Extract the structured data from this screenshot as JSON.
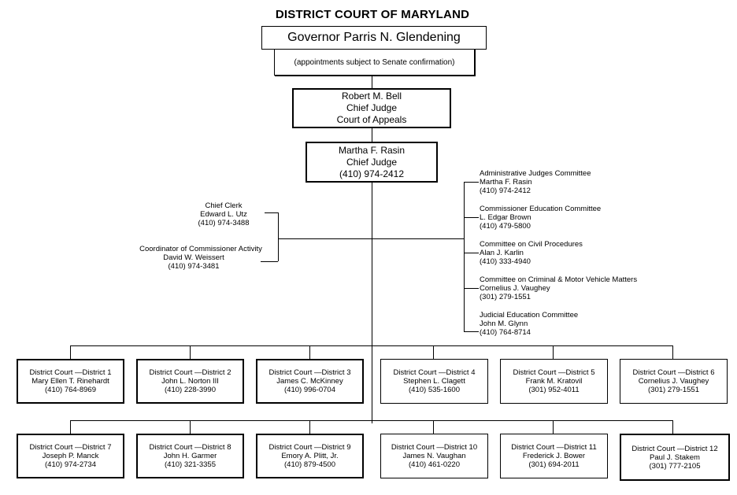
{
  "title": "DISTRICT COURT OF MARYLAND",
  "governor": {
    "name": "Governor Parris N. Glendening",
    "note": "(appointments subject to Senate confirmation)"
  },
  "appeals_chief": {
    "name": "Robert M. Bell",
    "role": "Chief Judge",
    "court": "Court of Appeals"
  },
  "district_chief": {
    "name": "Martha F. Rasin",
    "role": "Chief Judge",
    "phone": "(410) 974-2412"
  },
  "staff": [
    {
      "role": "Chief Clerk",
      "name": "Edward L. Utz",
      "phone": "(410) 974-3488"
    },
    {
      "role": "Coordinator of Commissioner Activity",
      "name": "David W. Weissert",
      "phone": "(410) 974-3481"
    }
  ],
  "committees": [
    {
      "name": "Administrative Judges Committee",
      "chair": "Martha F. Rasin",
      "phone": "(410) 974-2412"
    },
    {
      "name": "Commissioner Education Committee",
      "chair": "L. Edgar Brown",
      "phone": "(410) 479-5800"
    },
    {
      "name": "Committee on Civil Procedures",
      "chair": "Alan J. Karlin",
      "phone": "(410) 333-4940"
    },
    {
      "name": "Committee on Criminal & Motor Vehicle Matters",
      "chair": "Cornelius J. Vaughey",
      "phone": "(301) 279-1551"
    },
    {
      "name": "Judicial Education Committee",
      "chair": "John M. Glynn",
      "phone": "(410) 764-8714"
    }
  ],
  "districts": [
    {
      "label": "District Court —District 1",
      "judge": "Mary Ellen T. Rinehardt",
      "phone": "(410) 764-8969"
    },
    {
      "label": "District Court —District 2",
      "judge": "John L. Norton III",
      "phone": "(410) 228-3990"
    },
    {
      "label": "District Court —District 3",
      "judge": "James C. McKinney",
      "phone": "(410) 996-0704"
    },
    {
      "label": "District Court —District 4",
      "judge": "Stephen L. Clagett",
      "phone": "(410) 535-1600"
    },
    {
      "label": "District Court —District 5",
      "judge": "Frank M. Kratovil",
      "phone": "(301) 952-4011"
    },
    {
      "label": "District Court —District 6",
      "judge": "Cornelius J. Vaughey",
      "phone": "(301) 279-1551"
    },
    {
      "label": "District Court —District 7",
      "judge": "Joseph P. Manck",
      "phone": "(410) 974-2734"
    },
    {
      "label": "District Court —District 8",
      "judge": "John H. Garmer",
      "phone": "(410) 321-3355"
    },
    {
      "label": "District Court —District 9",
      "judge": "Emory A. Plitt, Jr.",
      "phone": "(410) 879-4500"
    },
    {
      "label": "District Court —District 10",
      "judge": "James N. Vaughan",
      "phone": "(410) 461-0220"
    },
    {
      "label": "District Court —District 11",
      "judge": "Frederick J. Bower",
      "phone": "(301) 694-2011"
    },
    {
      "label": "District Court —District 12",
      "judge": "Paul J. Stakem",
      "phone": "(301) 777-2105"
    }
  ]
}
